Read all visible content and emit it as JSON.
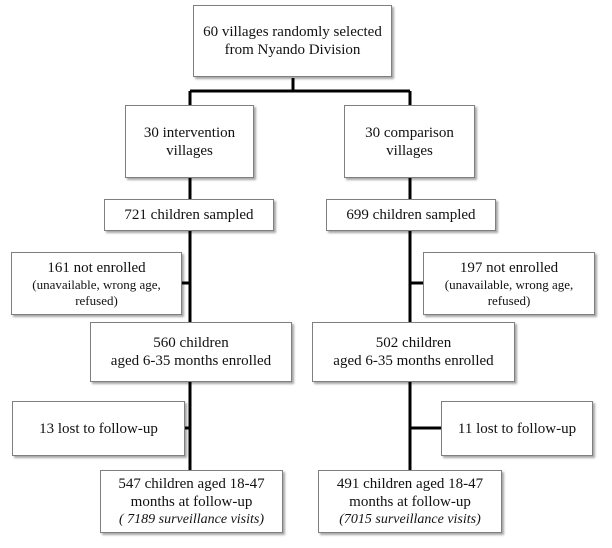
{
  "top": {
    "line1": "60 villages randomly selected",
    "line2": "from Nyando Division"
  },
  "left": {
    "arm": {
      "line1": "30 intervention",
      "line2": "villages"
    },
    "sampled": "721 children sampled",
    "not_enrolled": {
      "line1": "161 not enrolled",
      "line2": "(unavailable, wrong age,",
      "line3": "refused)"
    },
    "enrolled": {
      "line1": "560 children",
      "line2": "aged 6-35 months enrolled"
    },
    "lost": "13 lost to follow-up",
    "followup": {
      "line1": "547 children aged 18-47",
      "line2": "months at follow-up",
      "line3": "( 7189 surveillance visits)"
    }
  },
  "right": {
    "arm": {
      "line1": "30 comparison",
      "line2": "villages"
    },
    "sampled": "699 children sampled",
    "not_enrolled": {
      "line1": "197 not enrolled",
      "line2": "(unavailable, wrong age,",
      "line3": "refused)"
    },
    "enrolled": {
      "line1": "502 children",
      "line2": "aged 6-35 months enrolled"
    },
    "lost": "11 lost to follow-up",
    "followup": {
      "line1": "491 children aged 18-47",
      "line2": "months at follow-up",
      "line3": "(7015 surveillance visits)"
    }
  }
}
